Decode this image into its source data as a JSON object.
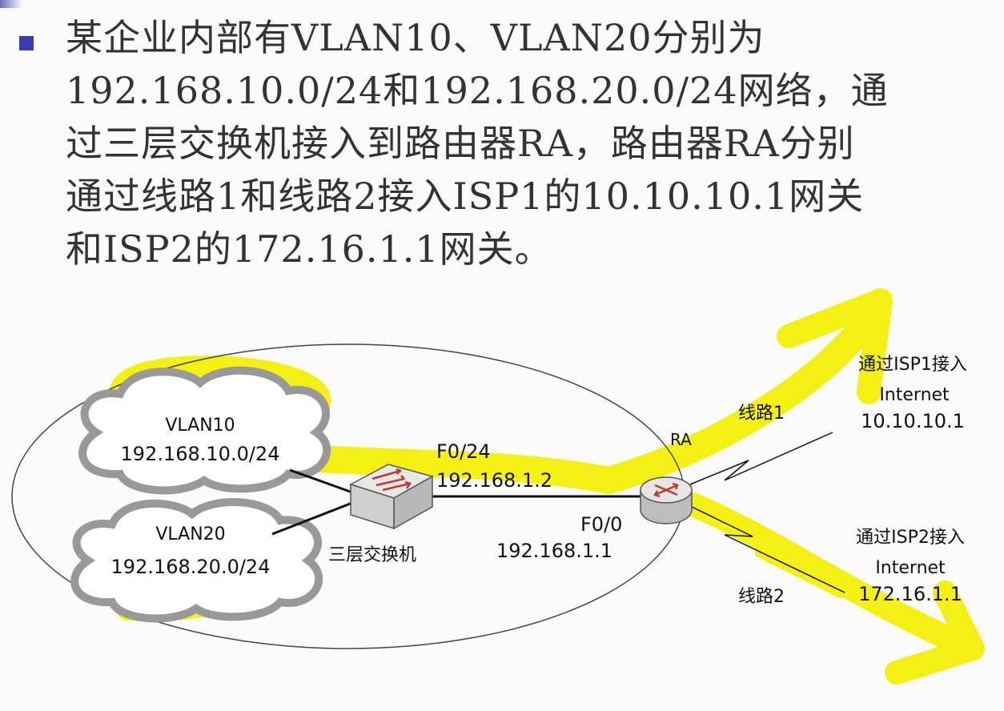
{
  "paragraph": {
    "lines": [
      "某企业内部有VLAN10、VLAN20分别为",
      "192.168.10.0/24和192.168.20.0/24网络，通",
      "过三层交换机接入到路由器RA，路由器RA分别",
      "通过线路1和线路2接入ISP1的10.10.10.1网关",
      "和ISP2的172.16.1.1网关。"
    ]
  },
  "diagram": {
    "vlan10": {
      "name": "VLAN10",
      "network": "192.168.10.0/24"
    },
    "vlan20": {
      "name": "VLAN20",
      "network": "192.168.20.0/24"
    },
    "switch": {
      "label": "三层交换机",
      "port": "F0/24",
      "ip": "192.168.1.2"
    },
    "router": {
      "label": "RA",
      "port": "F0/0",
      "ip": "192.168.1.1"
    },
    "line1": {
      "label": "线路1",
      "isp": "通过ISP1接入",
      "internet": "Internet",
      "gateway": "10.10.10.1"
    },
    "line2": {
      "label": "线路2",
      "isp": "通过ISP2接入",
      "internet": "Internet",
      "gateway": "172.16.1.1"
    }
  },
  "colors": {
    "highlighter": "#f4f000",
    "bullet": "#3b3bb3",
    "text": "#333333"
  }
}
